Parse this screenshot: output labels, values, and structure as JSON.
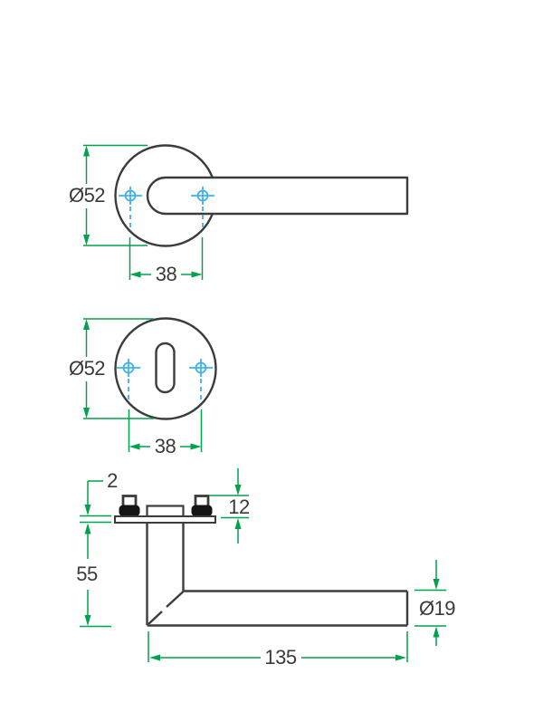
{
  "drawing": {
    "type": "technical-dimension-drawing",
    "subject": "door lever handle with round rose and keyhole escutcheon, three orthographic views"
  },
  "colors": {
    "dimension_green": "#00A24C",
    "centerline_blue": "#3FB2E5",
    "outline_dark": "#3C3C3C",
    "screw_black": "#141414",
    "background": "#FFFFFF"
  },
  "labels": {
    "top_view": {
      "rose_diameter": "Ø52",
      "screw_spacing": "38"
    },
    "middle_view": {
      "escutcheon_diameter": "Ø52",
      "screw_spacing": "38"
    },
    "side_view": {
      "rose_thickness": "2",
      "screw_projection": "12",
      "neck_projection": "55",
      "lever_length": "135",
      "grip_diameter": "Ø19"
    }
  }
}
